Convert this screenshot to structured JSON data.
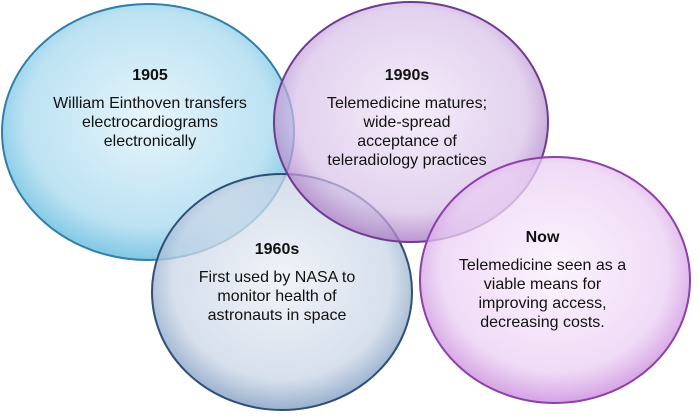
{
  "nodes": [
    {
      "id": "1905",
      "title": "1905",
      "text": "William Einthoven transfers electrocardiograms electronically",
      "color": "#5FB9DE"
    },
    {
      "id": "1990s",
      "title": "1990s",
      "text": "Telemedicine matures; wide-spread acceptance of teleradiology practices",
      "color": "#9A64B8"
    },
    {
      "id": "1960s",
      "title": "1960s",
      "text": "First used by NASA to monitor health of astronauts in space",
      "color": "#6E8FB8"
    },
    {
      "id": "now",
      "title": "Now",
      "text": "Telemedicine seen as a viable means  for improving access, decreasing costs.",
      "color": "#C27AD6"
    }
  ],
  "colors": {
    "stroke_1905": "#2F7FA8",
    "stroke_1990s": "#6E3C91",
    "stroke_1960s": "#2E4F78",
    "stroke_now": "#8E3FA8"
  }
}
